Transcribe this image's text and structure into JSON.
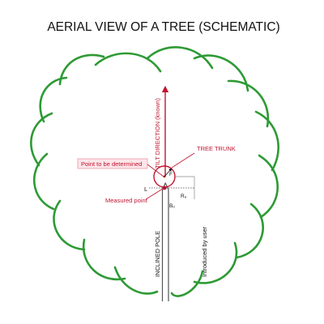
{
  "title": "AERIAL VIEW OF A TREE (SCHEMATIC)",
  "labels": {
    "tilt_direction": "TILT DIRECTION (known)",
    "tree_trunk": "TREE TRUNK",
    "point_to_be_determined": "Point to be determined",
    "measured_point": "Measured point",
    "inclined_pole": "INCLINED POLE",
    "introduced_by_user": "Introduced by user",
    "l": "L",
    "r": "Rₒ",
    "f": "F",
    "b": "Bₒ"
  },
  "colors": {
    "canopy": "#2e9a35",
    "accent_red": "#c0142e",
    "pole": "#555555",
    "text": "#111111",
    "label_box_fill": "#fde6ea",
    "label_box_border": "#e07b8c"
  }
}
